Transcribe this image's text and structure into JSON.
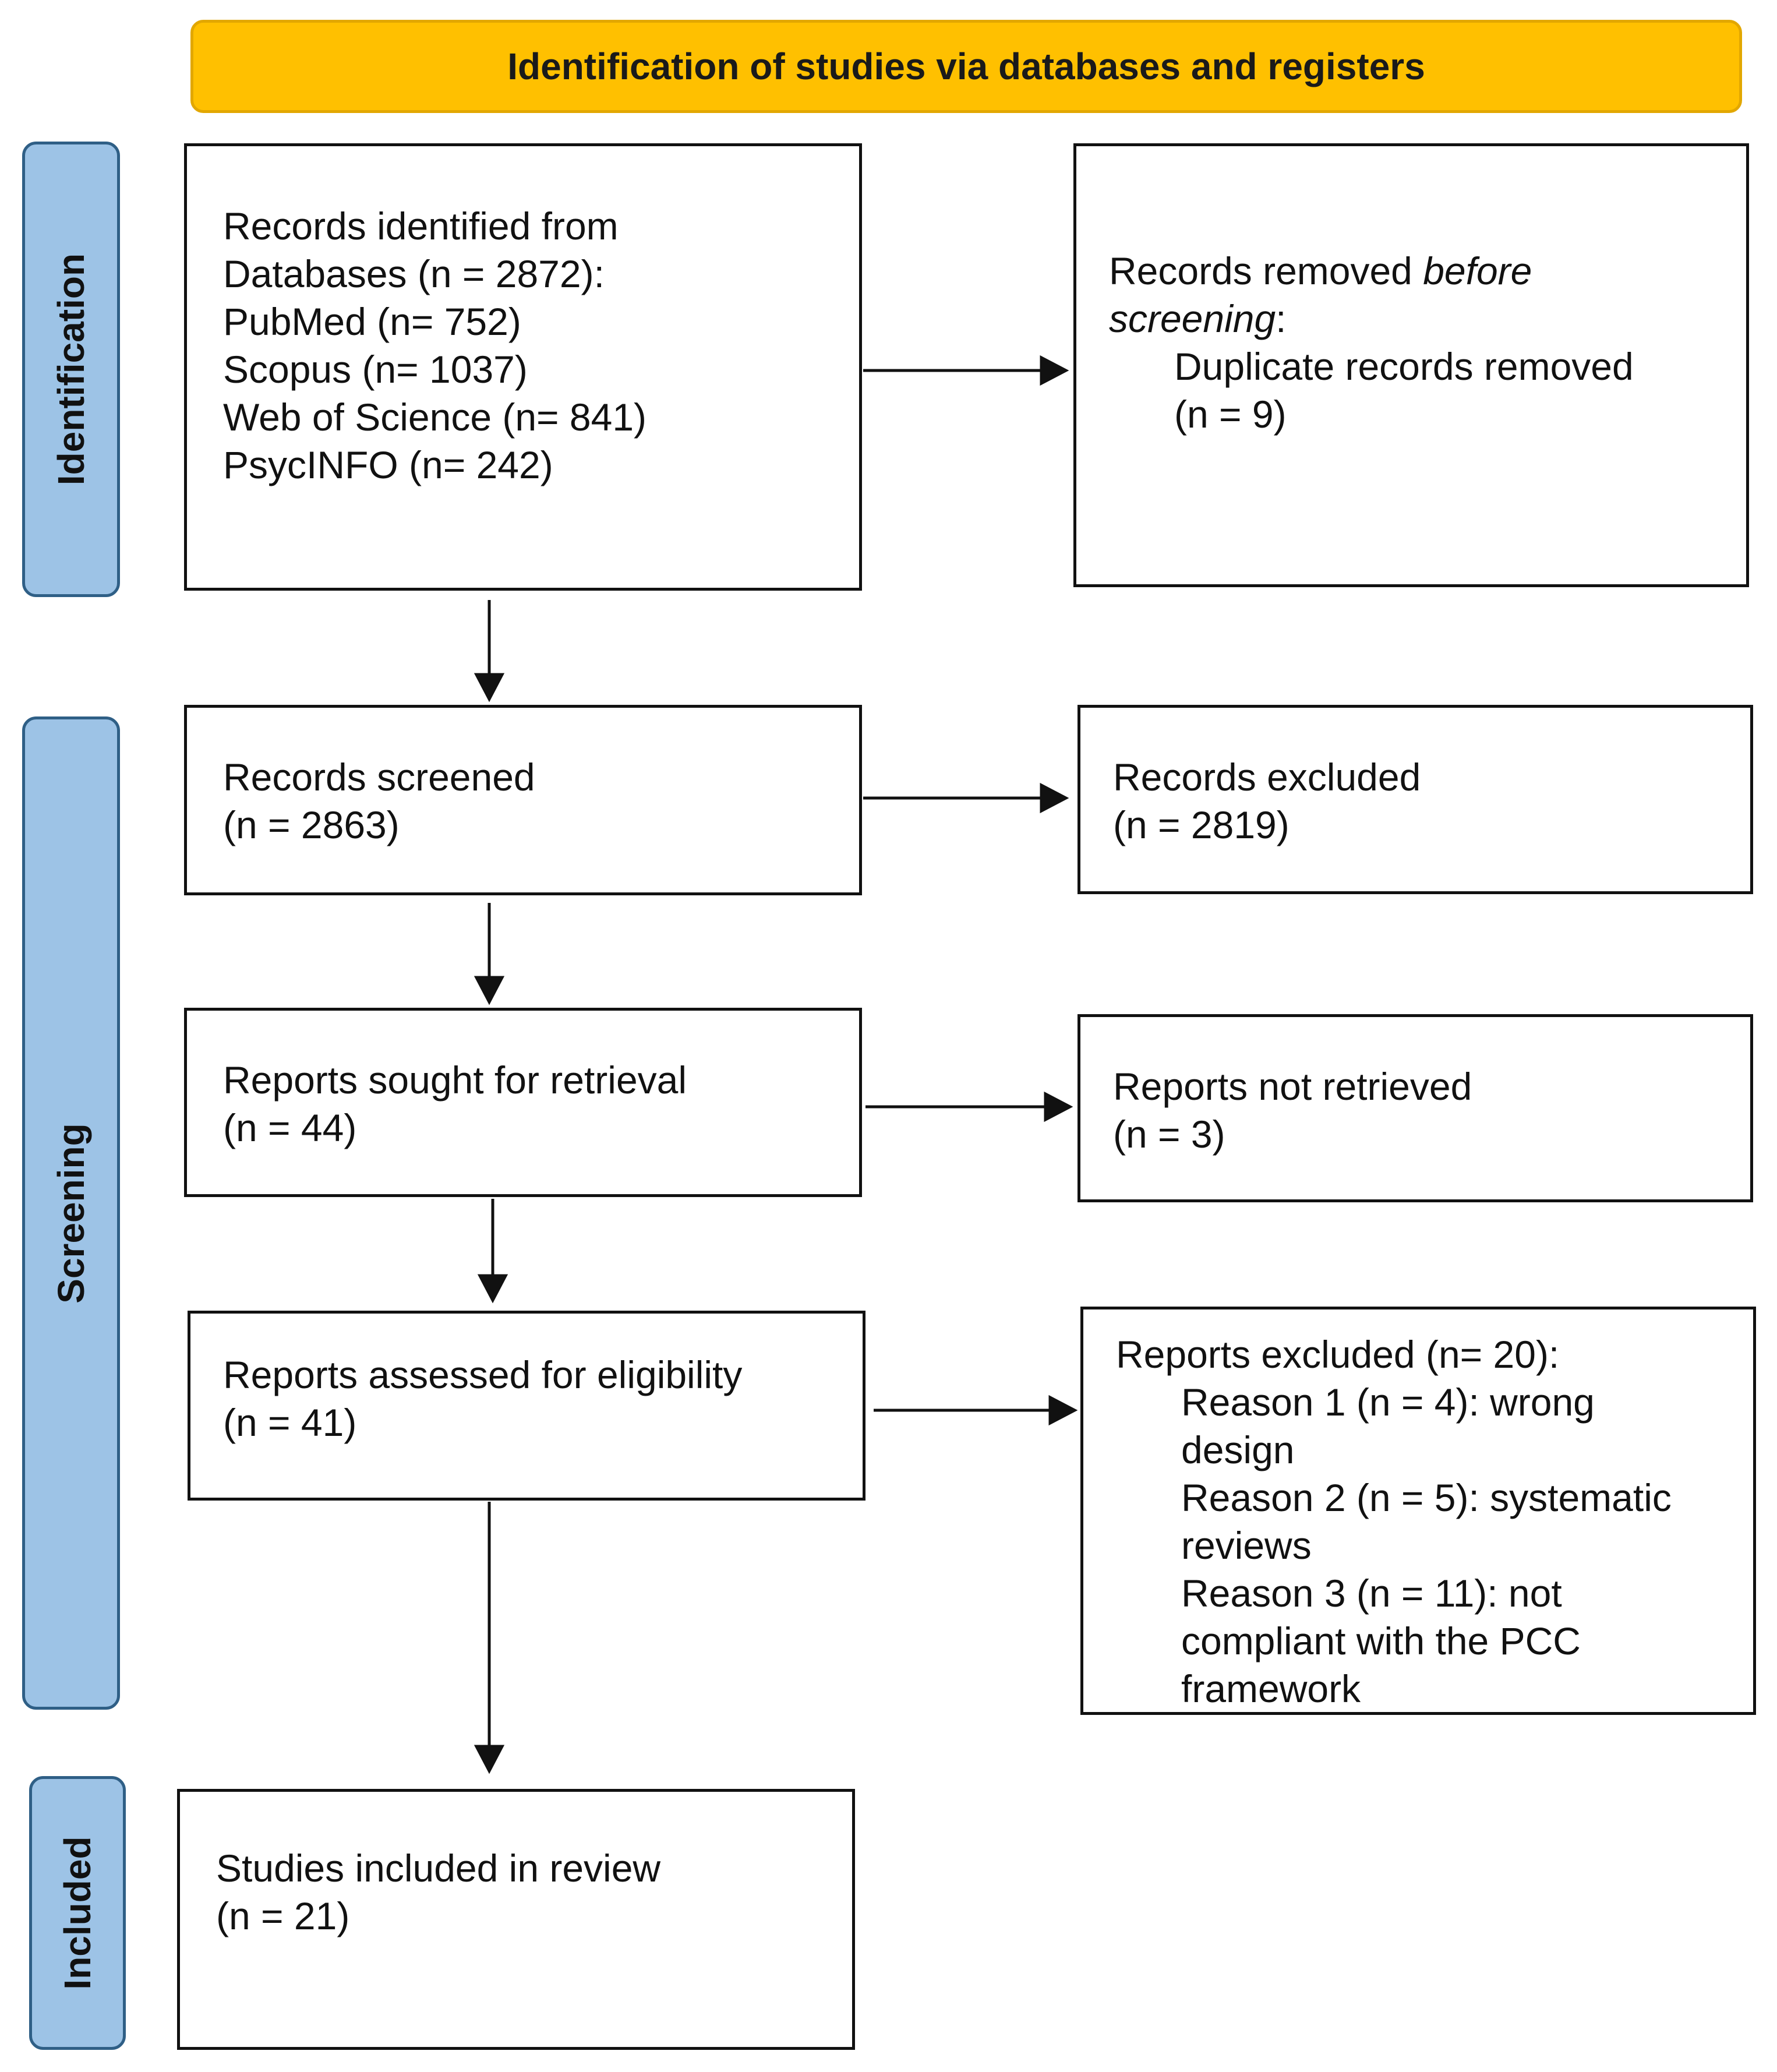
{
  "header": {
    "title": "Identification of studies via databases and registers"
  },
  "phases": {
    "identification": "Identification",
    "screening": "Screening",
    "included": "Included"
  },
  "identification_box": {
    "heading_line1": "Records identified from",
    "heading_line2": "Databases (n = 2872):",
    "sources": [
      "PubMed (n= 752)",
      "Scopus (n= 1037)",
      "Web of Science (n= 841)",
      "PsycINFO (n= 242)"
    ]
  },
  "removed_box": {
    "prefix": "Records removed ",
    "italic_word": "before",
    "italic_line2": "screening",
    "colon": ":",
    "item_line1": "Duplicate records removed",
    "item_line2": "(n = 9)"
  },
  "screened_box": {
    "label": "Records screened",
    "count": "(n = 2863)"
  },
  "excluded_box": {
    "label": "Records excluded",
    "count": "(n = 2819)"
  },
  "sought_box": {
    "label": "Reports sought for retrieval",
    "count": "(n = 44)"
  },
  "not_retrieved_box": {
    "label": "Reports not retrieved",
    "count": "(n = 3)"
  },
  "assessed_box": {
    "label": "Reports assessed for eligibility",
    "count": "(n = 41)"
  },
  "reports_excluded_box": {
    "heading": "Reports excluded (n= 20):",
    "reasons": [
      "Reason 1 (n = 4): wrong",
      "design",
      "Reason 2 (n = 5): systematic",
      "reviews",
      "Reason 3 (n = 11): not",
      "compliant with the PCC",
      "framework"
    ]
  },
  "included_box": {
    "label": "Studies included in review",
    "count": "(n = 21)"
  },
  "colors": {
    "banner_fill": "#FFC000",
    "banner_border": "#E2A700",
    "phase_fill": "#9DC3E6",
    "phase_border": "#2F5F86",
    "box_border": "#111111"
  }
}
